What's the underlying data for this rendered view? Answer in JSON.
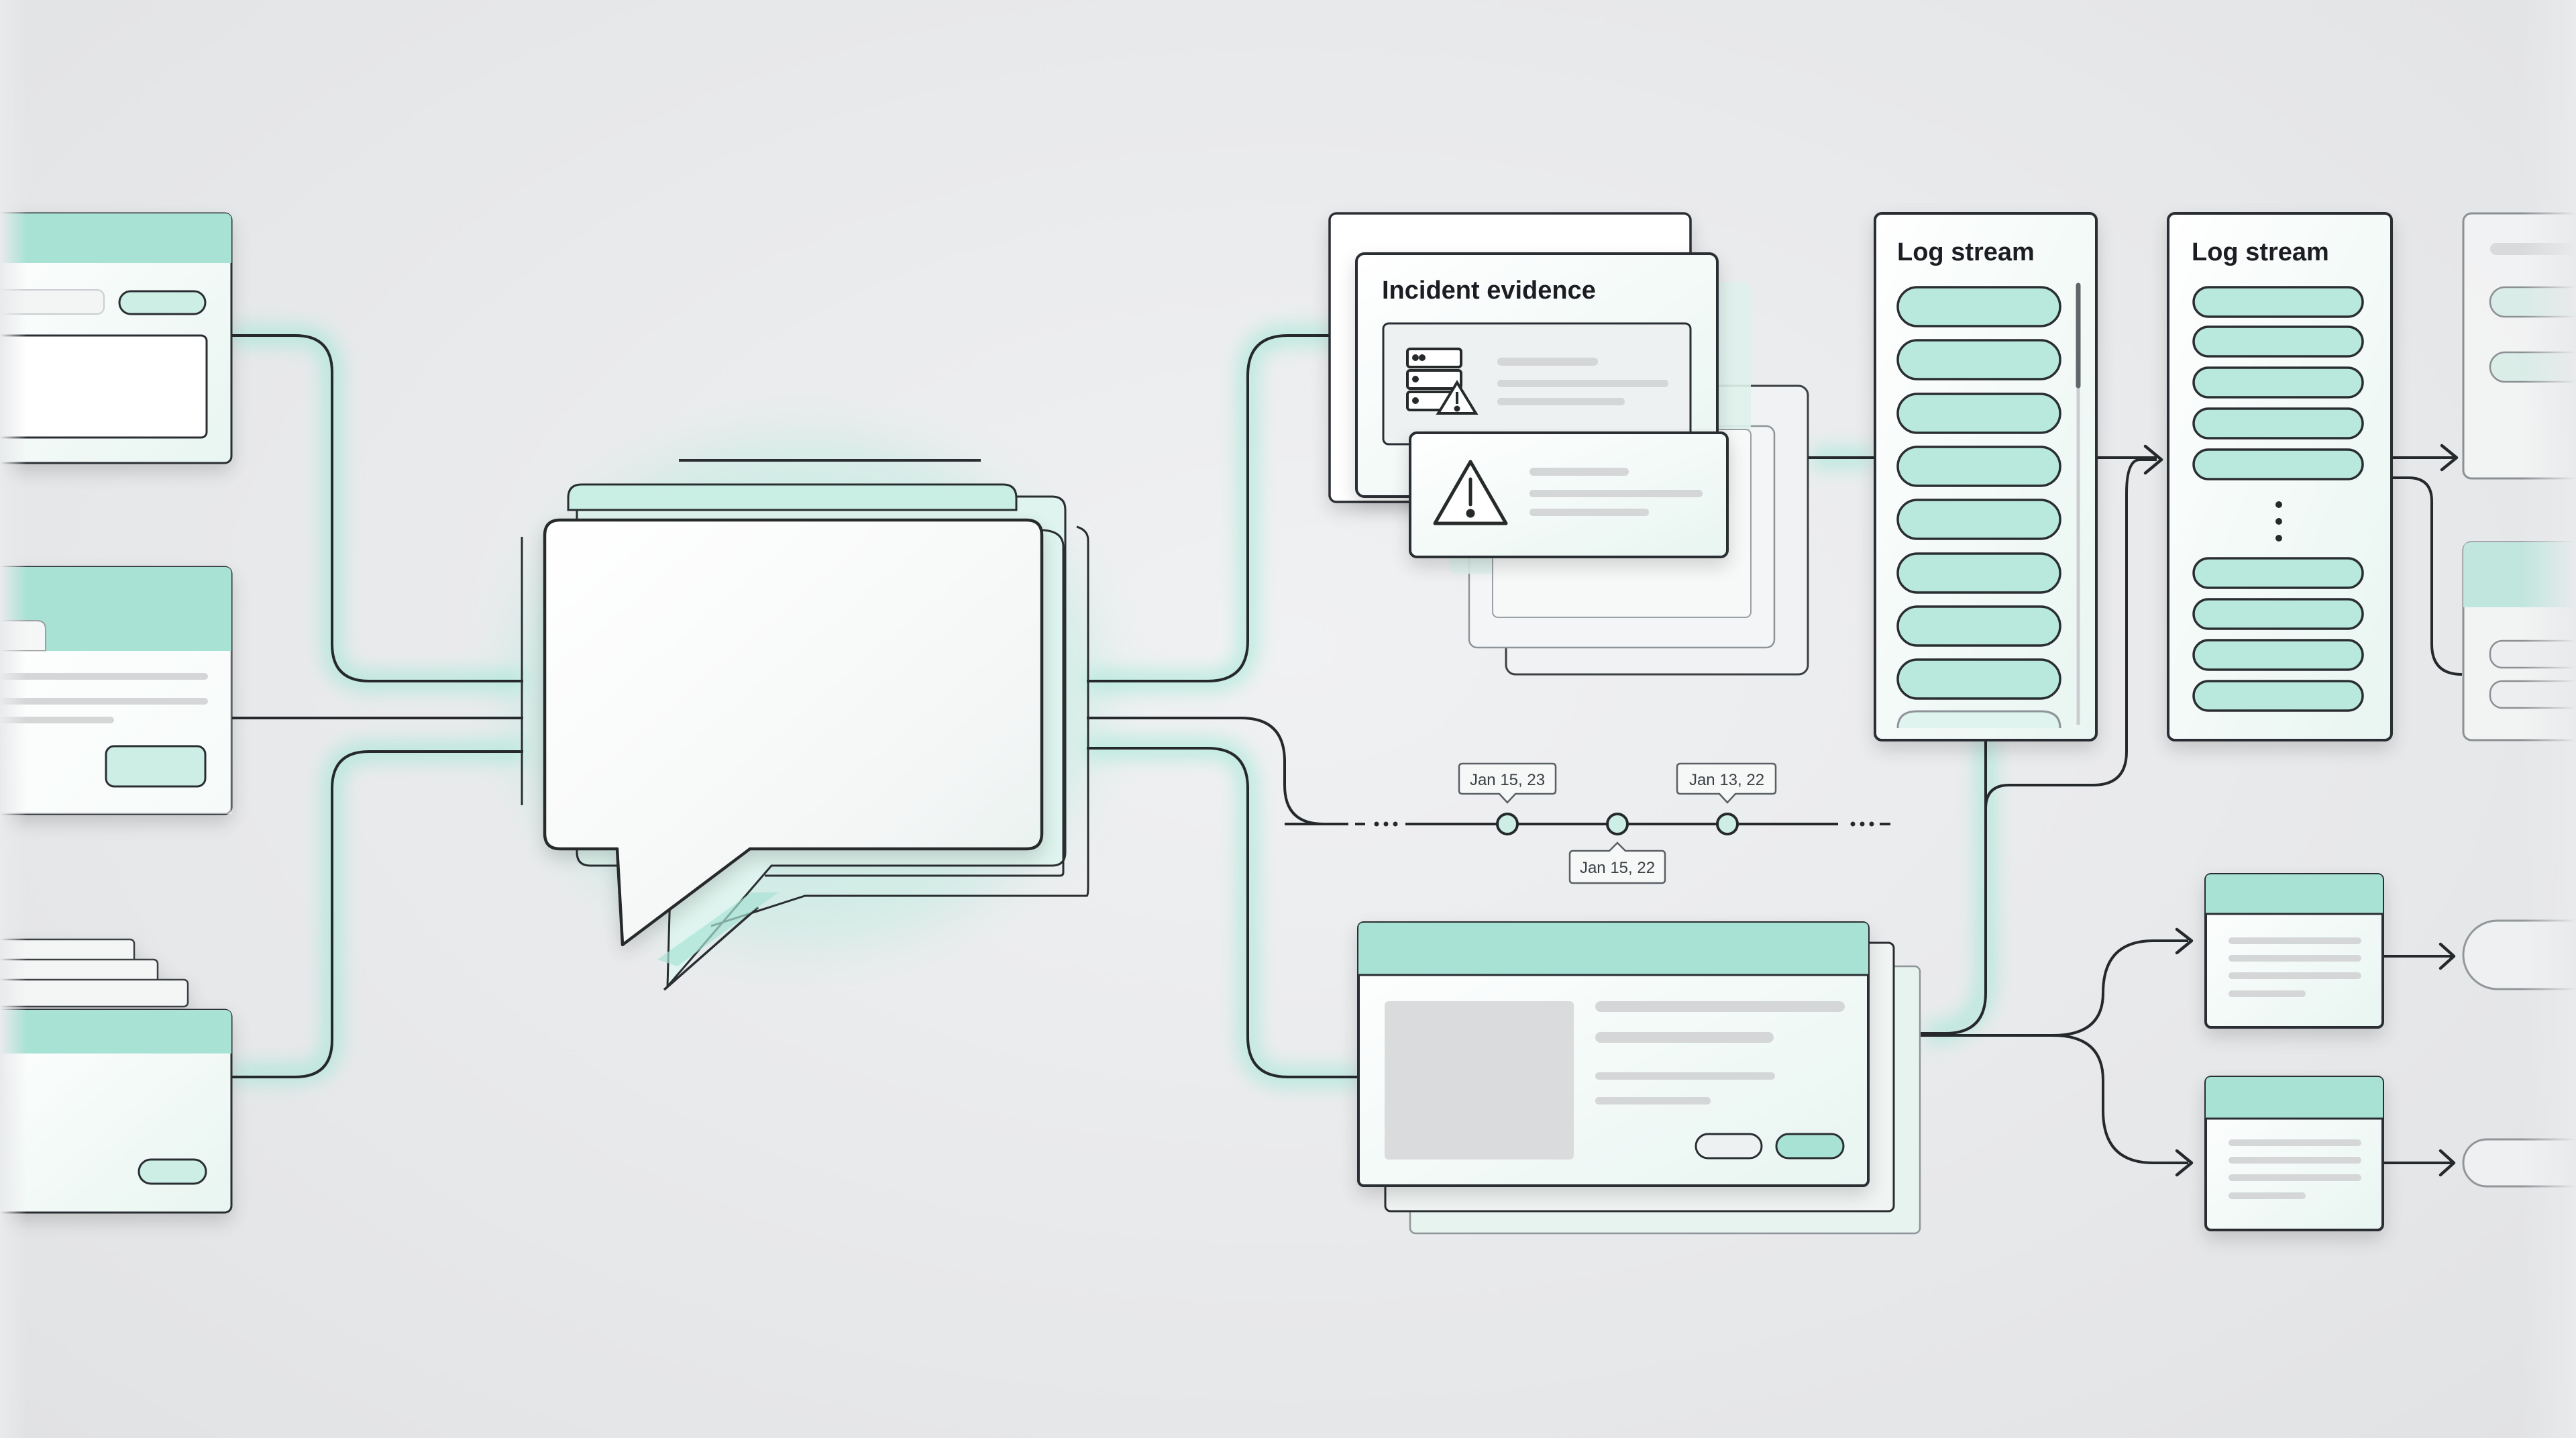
{
  "colors": {
    "background": "#e9eaec",
    "accent": "#a8e2d4",
    "glow": "#8fe6cf",
    "stroke": "#25292c",
    "card": "#ffffff",
    "placeholder": "#d4d6d8"
  },
  "evidence_card": {
    "title": "Incident evidence",
    "icons": [
      "server-warning-icon",
      "warning-icon"
    ]
  },
  "log_streams": [
    {
      "title": "Log stream"
    },
    {
      "title": "Log stream"
    }
  ],
  "timeline": {
    "labels": [
      "Jan 15, 23",
      "Jan 15, 22",
      "Jan 13, 22"
    ]
  }
}
